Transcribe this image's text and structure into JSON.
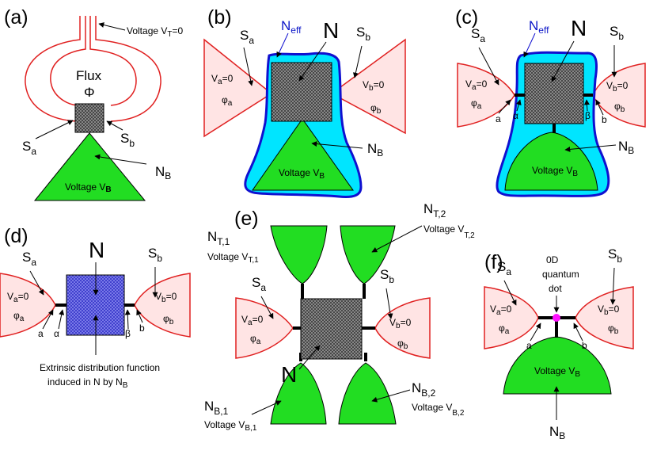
{
  "colors": {
    "superconductor_fill": "#ffe4e4",
    "superconductor_edge": "#e02020",
    "reservoir": "#22dd22",
    "effective_region": "#00e5ff",
    "effective_edge": "#1010d0",
    "metal": "#777777",
    "extrinsic_metal": "#6a6ae8",
    "quantum_dot": "#ff10ff"
  },
  "panels": {
    "a": {
      "label": "(a)",
      "voltage_t_prefix": "Voltage V",
      "voltage_t_sub": "T",
      "voltage_t_suffix": "=0",
      "flux_label": "Flux",
      "flux_symbol": "Φ",
      "sa": "S",
      "sa_sub": "a",
      "sb": "S",
      "sb_sub": "b",
      "nb": "N",
      "nb_sub": "B",
      "voltage_b_prefix": "Voltage V",
      "voltage_b_sub": "B"
    },
    "b": {
      "label": "(b)",
      "neff": "N",
      "neff_sub": "eff",
      "n": "N",
      "sa": "S",
      "sa_sub": "a",
      "sb": "S",
      "sb_sub": "b",
      "va_prefix": "V",
      "va_sub": "a",
      "va_suffix": "=0",
      "phia": "φ",
      "phia_sub": "a",
      "vb_prefix": "V",
      "vb_sub": "b",
      "vb_suffix": "=0",
      "phib": "φ",
      "phib_sub": "b",
      "nb": "N",
      "nb_sub": "B",
      "voltage_b_prefix": "Voltage V",
      "voltage_b_sub": "B"
    },
    "c": {
      "label": "(c)",
      "neff": "N",
      "neff_sub": "eff",
      "n": "N",
      "sa": "S",
      "sa_sub": "a",
      "sb": "S",
      "sb_sub": "b",
      "va_prefix": "V",
      "va_sub": "a",
      "va_suffix": "=0",
      "phia": "φ",
      "phia_sub": "a",
      "vb_prefix": "V",
      "vb_sub": "b",
      "vb_suffix": "=0",
      "phib": "φ",
      "phib_sub": "b",
      "a": "a",
      "alpha": "α",
      "beta": "β",
      "b": "b",
      "nb": "N",
      "nb_sub": "B",
      "voltage_b_prefix": "Voltage V",
      "voltage_b_sub": "B"
    },
    "d": {
      "label": "(d)",
      "n": "N",
      "sa": "S",
      "sa_sub": "a",
      "sb": "S",
      "sb_sub": "b",
      "va_prefix": "V",
      "va_sub": "a",
      "va_suffix": "=0",
      "phia": "φ",
      "phia_sub": "a",
      "vb_prefix": "V",
      "vb_sub": "b",
      "vb_suffix": "=0",
      "phib": "φ",
      "phib_sub": "b",
      "a": "a",
      "alpha": "α",
      "beta": "β",
      "b": "b",
      "caption_line1": "Extrinsic distribution function",
      "caption_line2": "induced in N by N",
      "caption_sub": "B"
    },
    "e": {
      "label": "(e)",
      "n": "N",
      "sa": "S",
      "sa_sub": "a",
      "sb": "S",
      "sb_sub": "b",
      "va_prefix": "V",
      "va_sub": "a",
      "va_suffix": "=0",
      "phia": "φ",
      "phia_sub": "a",
      "vb_prefix": "V",
      "vb_sub": "b",
      "vb_suffix": "=0",
      "phib": "φ",
      "phib_sub": "b",
      "nt1": "N",
      "nt1_sub": "T,1",
      "vt1_prefix": "Voltage V",
      "vt1_sub": "T,1",
      "nt2": "N",
      "nt2_sub": "T,2",
      "vt2_prefix": "Voltage V",
      "vt2_sub": "T,2",
      "nb1": "N",
      "nb1_sub": "B,1",
      "vb1_prefix": "Voltage V",
      "vb1_sub": "B,1",
      "nb2": "N",
      "nb2_sub": "B,2",
      "vb2_prefix": "Voltage V",
      "vb2_sub": "B,2"
    },
    "f": {
      "label": "(f)",
      "dot_line1": "0D",
      "dot_line2": "quantum",
      "dot_line3": "dot",
      "sa": "S",
      "sa_sub": "a",
      "sb": "S",
      "sb_sub": "b",
      "va_prefix": "V",
      "va_sub": "a",
      "va_suffix": "=0",
      "phia": "φ",
      "phia_sub": "a",
      "vb_prefix": "V",
      "vb_sub": "b",
      "vb_suffix": "=0",
      "phib": "φ",
      "phib_sub": "b",
      "a": "a",
      "b": "b",
      "voltage_b_prefix": "Voltage V",
      "voltage_b_sub": "B",
      "nb": "N",
      "nb_sub": "B"
    }
  }
}
